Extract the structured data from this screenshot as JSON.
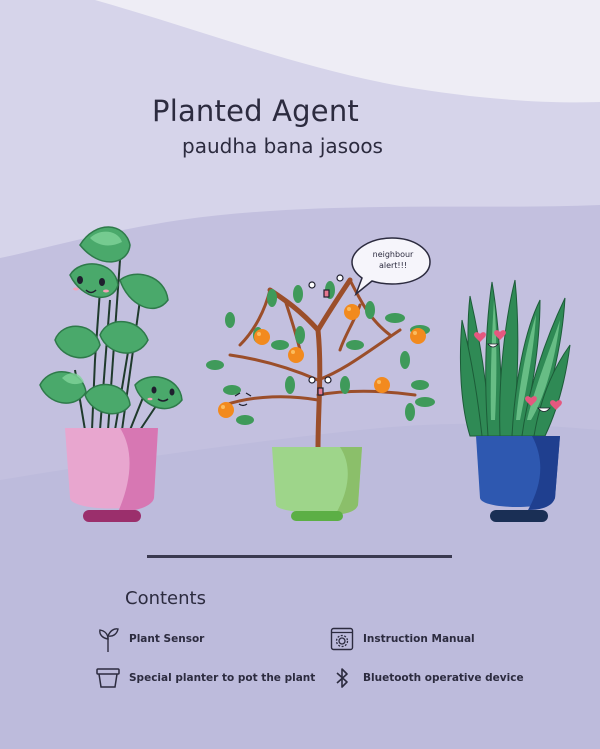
{
  "header": {
    "title": "Planted Agent",
    "subtitle": "paudha bana jasoos"
  },
  "speech_bubble": {
    "line1": "neighbour",
    "line2": "alert!!!"
  },
  "contents": {
    "heading": "Contents",
    "items": [
      {
        "label": "Plant Sensor",
        "icon": "sprout-icon"
      },
      {
        "label": "Special planter to pot the plant",
        "icon": "planter-icon"
      },
      {
        "label": "Instruction Manual",
        "icon": "manual-gear-icon"
      },
      {
        "label": "Bluetooth operative device",
        "icon": "bluetooth-icon"
      }
    ]
  },
  "colors": {
    "background": "#c3c0df",
    "top_band": "#d6d4ea",
    "top_corner": "#eeedf5",
    "pink_pot": "#e8a6cf",
    "green_pot": "#9ed58a",
    "blue_pot": "#2e58b0",
    "leaf_green": "#4aa96b",
    "orange_fruit": "#f28a1e",
    "branch_brown": "#9b4e2a"
  }
}
